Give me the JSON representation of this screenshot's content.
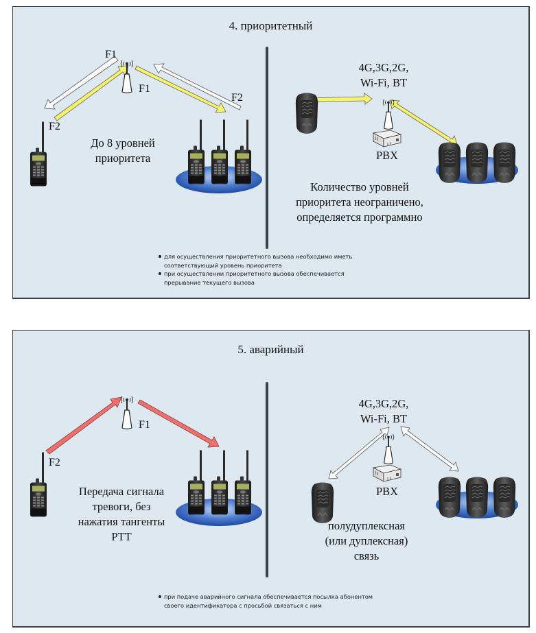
{
  "panels": [
    {
      "id": "priority",
      "title": "4. приоритетный",
      "left": {
        "freq_labels": {
          "f1_top": "F1",
          "f1_mid": "F1",
          "f2_left": "F2",
          "f2_right": "F2"
        },
        "caption": [
          "До 8 уровней",
          "приоритета"
        ],
        "arrow_colors": {
          "uplink": "#f6f46a",
          "downlink": "#ffffff"
        }
      },
      "right": {
        "network_label": [
          "4G,3G,2G,",
          "Wi-Fi, BT"
        ],
        "pbx_label": "PBX",
        "caption": [
          "Количество уровней",
          "приоритета неограничено,",
          "определяется программно"
        ],
        "arrow_color": "#f6f46a"
      },
      "notes": [
        "для осуществления приоритетного вызова необходимо иметь соответствующий уровень приоритета",
        "при осуществлении приоритетного вызова обеспечивается прерывание текущего вызова"
      ]
    },
    {
      "id": "emergency",
      "title": "5. аварийный",
      "left": {
        "freq_labels": {
          "f1": "F1",
          "f2": "F2"
        },
        "caption": [
          "Передача сигнала",
          "тревоги, без",
          "нажатия тангенты",
          "PTT"
        ],
        "arrow_color": "#ef6f6c"
      },
      "right": {
        "network_label": [
          "4G,3G,2G,",
          "Wi-Fi, BT"
        ],
        "pbx_label": "PBX",
        "caption": [
          "полудуплексная",
          "(или дуплексная)",
          "связь"
        ],
        "arrow_color": "#ffffff"
      },
      "notes": [
        "при подаче аварийного сигнала обеспечивается посылка абонентом своего идентификатора с просьбой связаться с ним"
      ]
    }
  ],
  "colors": {
    "panel_bg": "#dee8f1",
    "border": "#3a3f45",
    "group_ellipse": "#2d5fb8"
  }
}
